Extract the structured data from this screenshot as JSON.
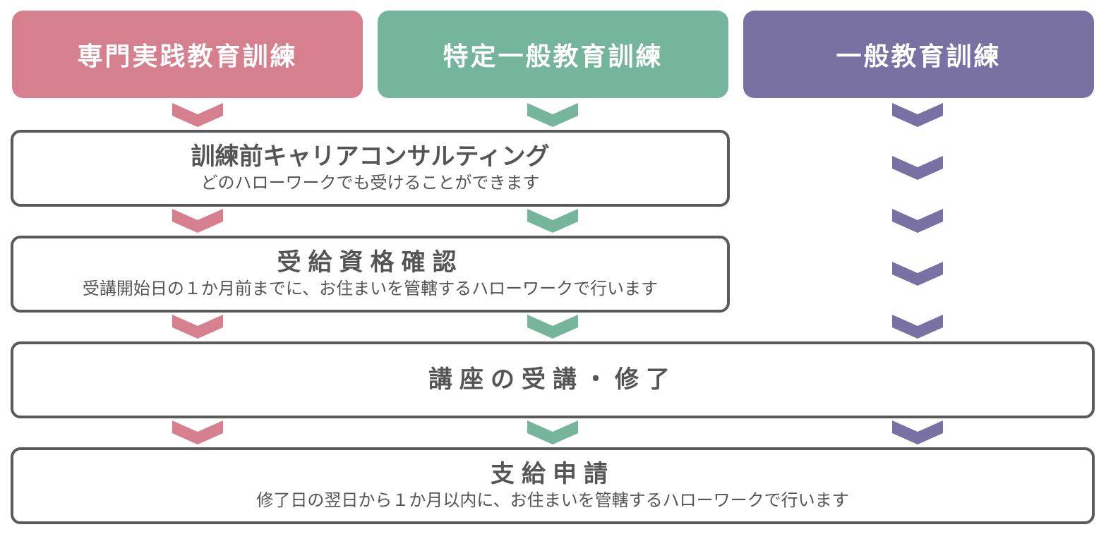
{
  "headers": [
    {
      "label": "専門実践教育訓練",
      "color": "#d67f8e"
    },
    {
      "label": "特定一般教育訓練",
      "color": "#75b59b"
    },
    {
      "label": "一般教育訓練",
      "color": "#7970a4"
    }
  ],
  "steps": {
    "consultation": {
      "title": "訓練前キャリアコンサルティング",
      "subtitle": "どのハローワークでも受けることができます"
    },
    "eligibility": {
      "title": "受給資格確認",
      "subtitle": "受講開始日の１か月前までに、お住まいを管轄するハローワークで行います"
    },
    "course": {
      "title": "講座の受講・修了"
    },
    "claim": {
      "title": "支給申請",
      "subtitle": "修了日の翌日から１か月以内に、お住まいを管轄するハローワークで行います"
    }
  },
  "icons": {
    "arrow": "chevron-down-icon"
  },
  "colors": {
    "border": "#5a5a5a",
    "text": "#555555"
  }
}
